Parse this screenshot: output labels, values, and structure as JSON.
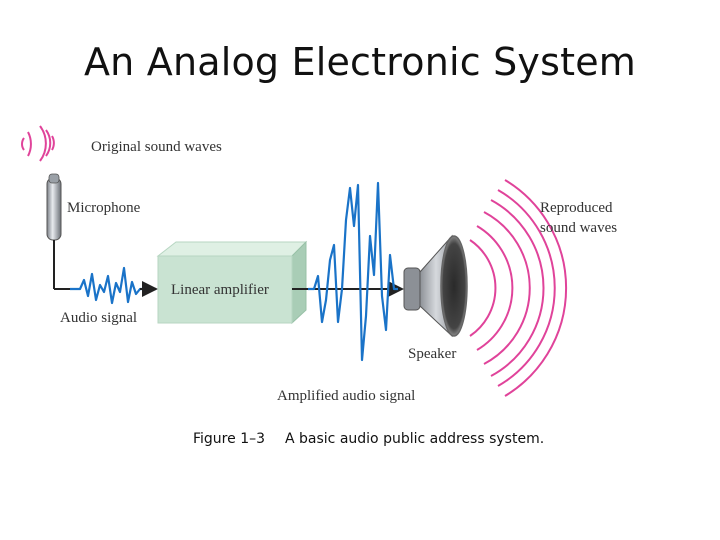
{
  "slide": {
    "title": "An Analog Electronic System"
  },
  "diagram": {
    "labels": {
      "original_sound_waves": "Original sound waves",
      "microphone": "Microphone",
      "audio_signal": "Audio signal",
      "linear_amplifier": "Linear amplifier",
      "amplified_audio_signal": "Amplified audio signal",
      "speaker": "Speaker",
      "reproduced_line1": "Reproduced",
      "reproduced_line2": "sound waves"
    },
    "colors": {
      "wave_arcs": "#e0439a",
      "signal_trace": "#1a73c8",
      "amplifier_front": "#c9e3d2",
      "amplifier_top": "#dff0e4",
      "amplifier_side": "#a9cdb6",
      "wire": "#222222"
    }
  },
  "caption": {
    "figure_number": "Figure 1–3",
    "text": "A basic audio public address system."
  }
}
